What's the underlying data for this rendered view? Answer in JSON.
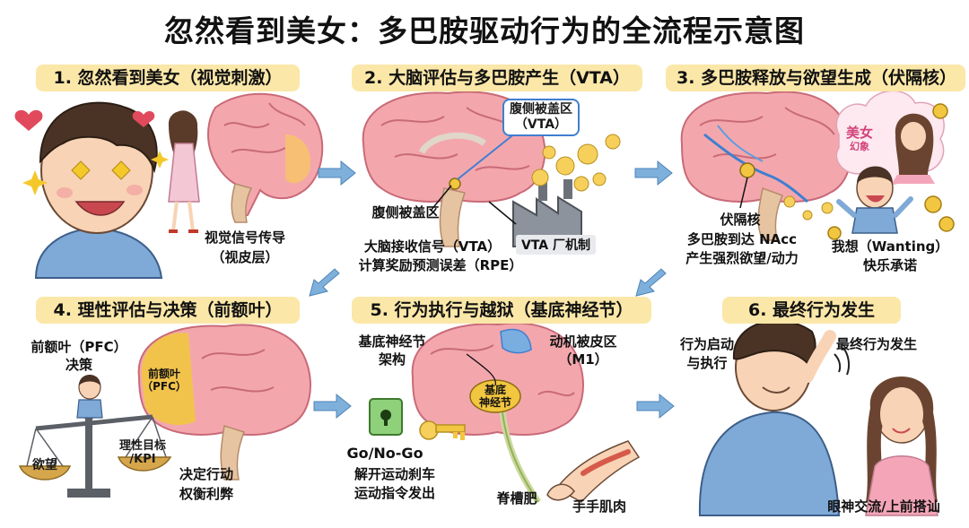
{
  "title": "忽然看到美女：多巴胺驱动行为的全流程示意图",
  "steps": [
    {
      "title": "1. 忽然看到美女（视觉刺激）",
      "labels": {
        "signal": "视觉信号传导",
        "cortex": "（视皮层）"
      }
    },
    {
      "title": "2. 大脑评估与多巴胺产生（VTA）",
      "labels": {
        "vta_callout_line1": "腹侧被盖区",
        "vta_callout_line2": "（VTA）",
        "vta_region": "腹侧被盖区",
        "factory": "VTA 厂机制",
        "receive": "大脑接收信号（VTA）",
        "rpe": "计算奖励预测误差（RPE）"
      }
    },
    {
      "title": "3. 多巴胺释放与欲望生成（伏隔核）",
      "labels": {
        "fantasy_line1": "美女",
        "fantasy_line2": "幻象",
        "nacc": "伏隔核",
        "reach": "多巴胺到达 NAcc",
        "desire": "产生强烈欲望/动力",
        "wanting": "我想（Wanting）",
        "promise": "快乐承诺"
      }
    },
    {
      "title": "4. 理性评估与决策（前额叶）",
      "labels": {
        "pfc_line1": "前额叶（PFC）",
        "pfc_line2": "决策",
        "pfc_brain_line1": "前额叶",
        "pfc_brain_line2": "（PFC）",
        "kpi_line1": "理性目标",
        "kpi_line2": "/KPI",
        "desire": "欲望",
        "decide": "决定行动",
        "weigh": "权衡利弊"
      }
    },
    {
      "title": "5. 行为执行与越狱（基底神经节）",
      "labels": {
        "bg_line1": "基底神经节",
        "bg_line2": "架构",
        "motor_line1": "动机被皮区",
        "motor_line2": "（M1）",
        "bg_brain_line1": "基底",
        "bg_brain_line2": "神经节",
        "gonogo": "Go/No-Go",
        "unlock": "解开运动刹车",
        "command": "运动指令发出",
        "spine": "脊槽肥",
        "muscle": "手手肌肉"
      }
    },
    {
      "title": "6. 最终行为发生",
      "labels": {
        "start_line1": "行为启动",
        "start_line2": "与执行",
        "final": "最终行为发生",
        "talk": "眼神交流/上前搭讪"
      }
    }
  ],
  "colors": {
    "title_bg": "#fbe7a8",
    "brain_pink": "#f3a7ad",
    "brain_dark": "#d97b86",
    "arrow_blue": "#7fb0dc",
    "accent_yellow": "#f2c640",
    "callout_blue": "#3f7fd0"
  }
}
